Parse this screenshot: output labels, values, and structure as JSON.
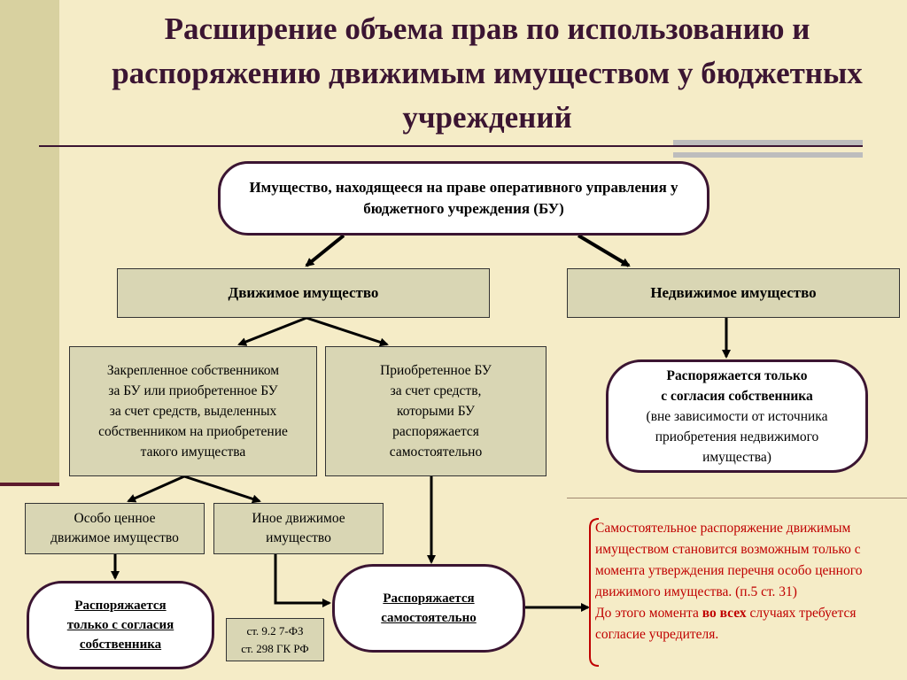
{
  "title": "Расширение объема прав по использованию и распоряжению движимым имуществом у бюджетных учреждений",
  "top_box": "Имущество, находящееся на праве оперативного управления у бюджетного учреждения (БУ)",
  "movable": "Движимое имущество",
  "immovable": "Недвижимое имущество",
  "fixed": [
    "Закрепленное собственником",
    "за БУ или приобретенное БУ",
    "за счет средств, выделенных",
    "собственником на приобретение",
    "такого имущества"
  ],
  "acquired": [
    "Приобретенное БУ",
    "за счет средств,",
    "которыми  БУ",
    "распоряжается",
    "самостоятельно"
  ],
  "consent": {
    "line1": "Распоряжается только",
    "line2": "с согласия собственника",
    "line3": "(вне зависимости от источника",
    "line4": "приобретения недвижимого",
    "line5": "имущества)"
  },
  "valuable": [
    "Особо ценное",
    "движимое имущество"
  ],
  "other": [
    "Иное движимое",
    "имущество"
  ],
  "left_oval": [
    "Распоряжается ",
    "только с согласия ",
    "собственника"
  ],
  "center_oval": [
    "Распоряжается ",
    "самостоятельно"
  ],
  "law": [
    "ст. 9.2 7-ФЗ",
    "ст. 298 ГК РФ"
  ],
  "note": {
    "part1": "Самостоятельное распоряжение движимым имуществом становится возможным только с момента утверждения перечня особо ценного движимого  имущества.  (п.5 ст. 31)",
    "part2": "До этого момента ",
    "bold": "во всех",
    "part3": " случаях требуется согласие учредителя."
  },
  "colors": {
    "background": "#f5ecc7",
    "box_fill": "#d9d6b4",
    "border_dark": "#3b1532",
    "note_red": "#c00000"
  }
}
